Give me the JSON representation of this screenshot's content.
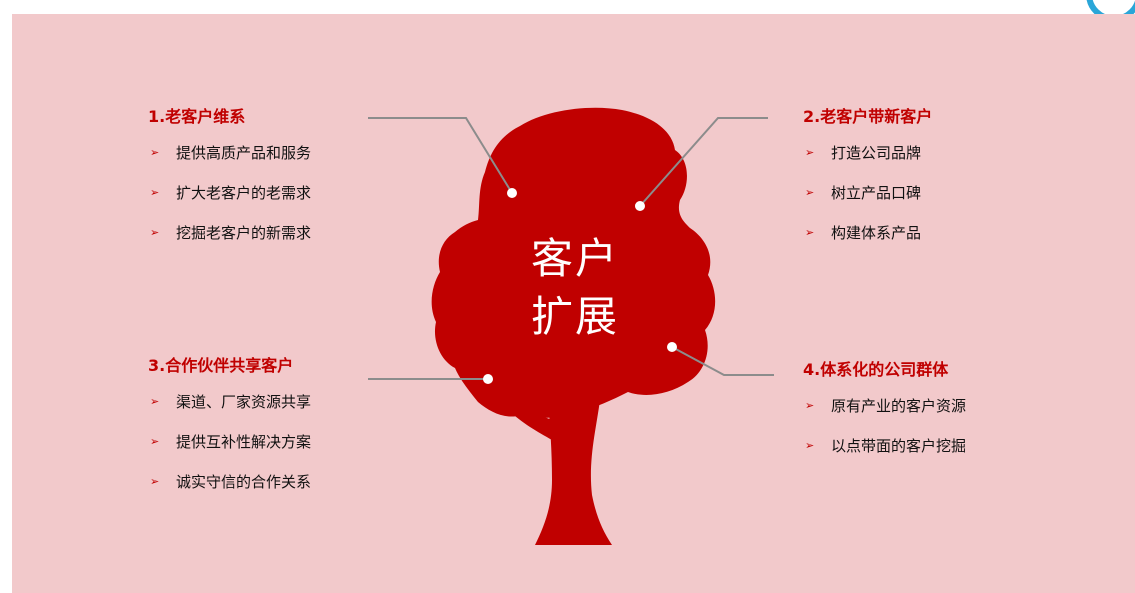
{
  "center_label": {
    "line1": "客户",
    "line2": "扩展"
  },
  "colors": {
    "background": "#f2c9cb",
    "tree": "#c00000",
    "accent": "#c00000",
    "connector": "#8c8c8c"
  },
  "blocks": [
    {
      "title": "1.老客户维系",
      "items": [
        "提供高质产品和服务",
        "扩大老客户的老需求",
        "挖掘老客户的新需求"
      ]
    },
    {
      "title": "2.老客户带新客户",
      "items": [
        "打造公司品牌",
        "树立产品口碑",
        "构建体系产品"
      ]
    },
    {
      "title": "3.合作伙伴共享客户",
      "items": [
        "渠道、厂家资源共享",
        "提供互补性解决方案",
        "诚实守信的合作关系"
      ]
    },
    {
      "title": "4.体系化的公司群体",
      "items": [
        "原有产业的客户资源",
        "以点带面的客户挖掘"
      ]
    }
  ],
  "bullet_glyph": "➢"
}
